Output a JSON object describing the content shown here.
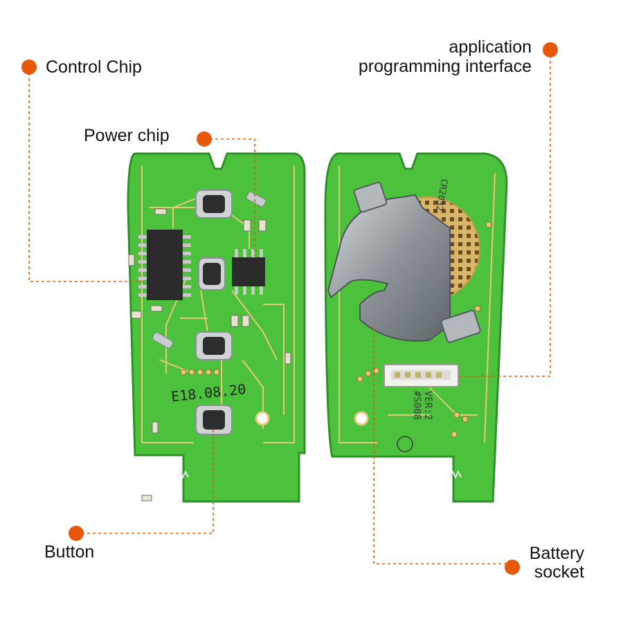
{
  "colors": {
    "accent": "#e8580c",
    "board": "#4cc23c",
    "board_edge": "#2f8f2a",
    "trace": "#e7c77a",
    "metal": "#9aa0a6",
    "ic": "#2b2b2b",
    "connector": "#f2f2ee"
  },
  "labels": {
    "control_chip": "Control Chip",
    "power_chip": "Power chip",
    "api_line1": "application",
    "api_line2": "programming interface",
    "button": "Button",
    "battery_line1": "Battery",
    "battery_line2": "socket"
  },
  "board_front": {
    "date_code": "E18.08.20"
  },
  "board_back": {
    "battery_marking": "CR2032",
    "model_line1": "#S008",
    "model_line2": "VER:2"
  }
}
